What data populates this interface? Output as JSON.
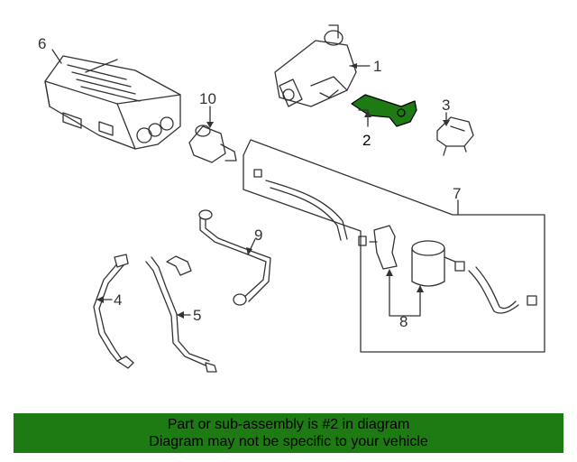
{
  "callouts": {
    "c1": "1",
    "c2": "2",
    "c3": "3",
    "c4": "4",
    "c5": "5",
    "c6": "6",
    "c7": "7",
    "c8": "8",
    "c9": "9",
    "c10": "10"
  },
  "banner": {
    "line1": "Part or sub-assembly is #2 in diagram",
    "line2": "Diagram may not be specific to your vehicle"
  },
  "colors": {
    "highlight": "#1e7a13",
    "banner_bg": "#1e7a13",
    "line": "#333333"
  }
}
